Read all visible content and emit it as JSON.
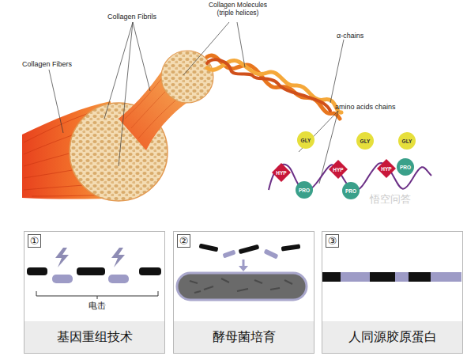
{
  "diagram": {
    "nodes": [
      {
        "text": [
          "HYP"
        ]
      },
      {
        "text": [
          "GLY"
        ]
      },
      {
        "text": [
          "PRO"
        ]
      },
      {
        "text": [
          "HYP"
        ]
      },
      {
        "text": [
          "GLY"
        ]
      },
      {
        "text": [
          "PRO"
        ]
      },
      {
        "text": [
          "HYP"
        ]
      },
      {
        "text": [
          "GLY"
        ]
      },
      {
        "text": [
          "PRO"
        ]
      },
      {
        "text": [
          "①",
          "基因重组技术"
        ]
      },
      {
        "text": [
          "②",
          "酵母菌培育"
        ]
      },
      {
        "text": [
          "③",
          "人同源胶原蛋白"
        ]
      }
    ],
    "labels": [
      "Collagen Fibers",
      "Collagen Fibrils",
      "Collagen Molecules (triple helices)",
      "α-chains",
      "amino acids chains",
      "电击",
      "悟空问答"
    ]
  }
}
